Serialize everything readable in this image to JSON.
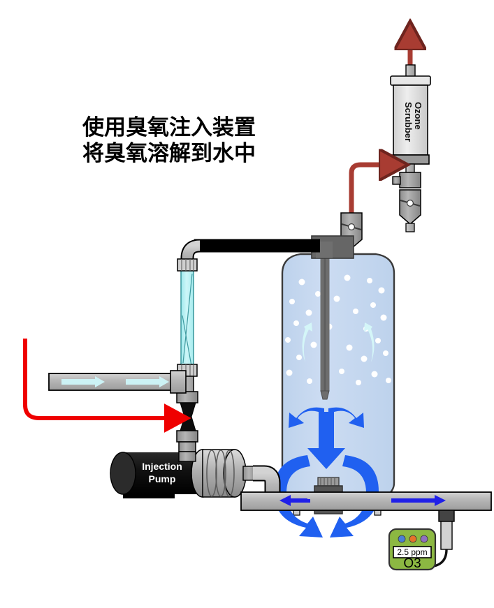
{
  "diagram": {
    "title_lines": [
      "使用臭氧注入装置",
      "将臭氧溶解到水中"
    ],
    "colors": {
      "red_arrow": "#ef0000",
      "ozone_tube": "#a83c32",
      "water_fill": "#c7d9ef",
      "mix_arrow_blue": "#2060f0",
      "flow_arrow_cyan": "#ccf2f5",
      "pipe_gray": "#b3b3b3",
      "pipe_dark_gray": "#555555",
      "meter_green": "#8cb842",
      "sight_glass": "#b8f0f2",
      "pump_black": "#111111"
    }
  },
  "labels": {
    "scrubber_line1": "Ozone",
    "scrubber_line2": "Scrubber",
    "pump_line1": "Injection",
    "pump_line2": "Pump",
    "meter_reading": "2.5 ppm",
    "meter_name": "O3"
  },
  "meter": {
    "leds": [
      {
        "name": "led-blue",
        "color": "#4a7fd4"
      },
      {
        "name": "led-orange",
        "color": "#e4722a"
      },
      {
        "name": "led-purple",
        "color": "#8f6fbf"
      }
    ]
  },
  "flow": {
    "inlet_arrows": 2,
    "outlet_arrow_direction": "right",
    "return_arrow_direction": "left",
    "ozone_gas_arrow_direction": "up",
    "ozone_feed_arrow_direction": "right",
    "injection_arrow_direction": "right"
  }
}
